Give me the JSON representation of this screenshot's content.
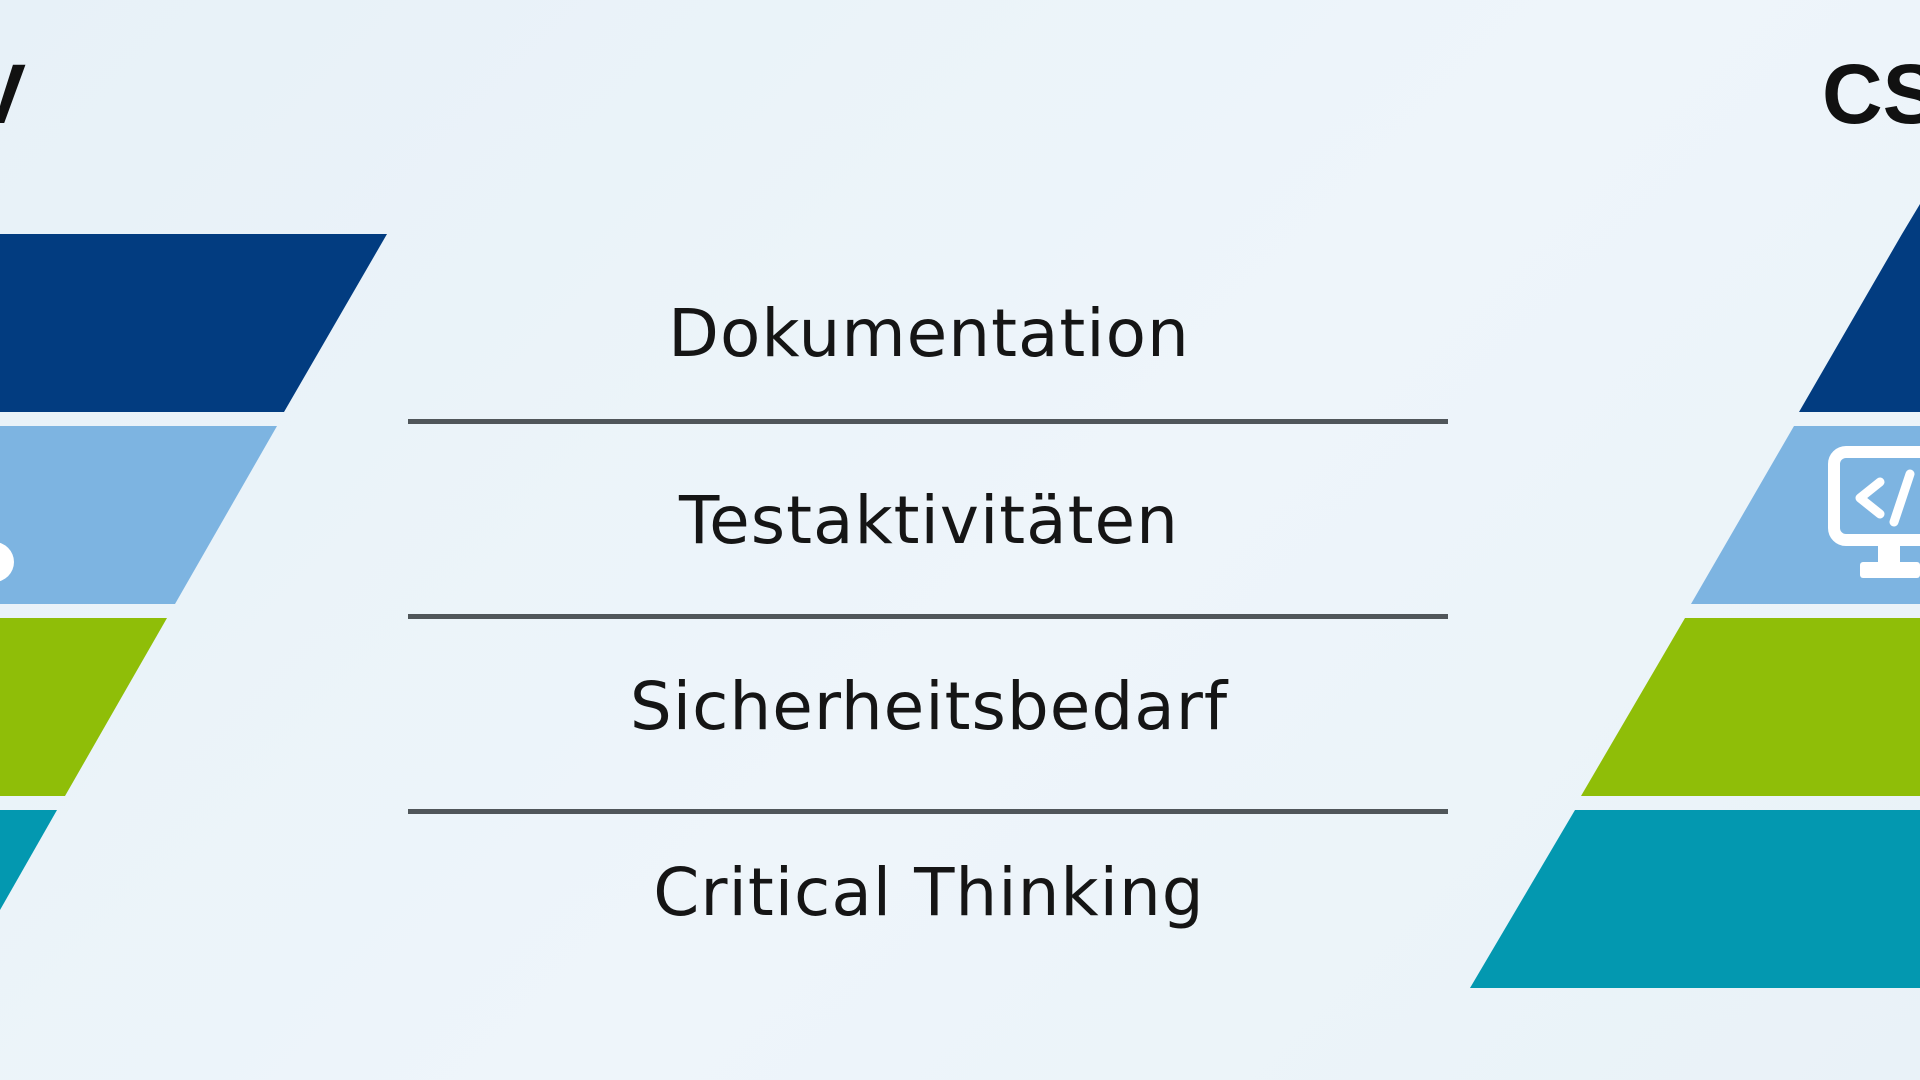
{
  "headings": {
    "left": "V",
    "right": "CS"
  },
  "rows": [
    {
      "label": "Dokumentation"
    },
    {
      "label": "Testaktivitäten"
    },
    {
      "label": "Sicherheitsbedarf"
    },
    {
      "label": "Critical Thinking"
    }
  ],
  "icons": {
    "right_pyramid_level_2": "code-monitor-icon"
  },
  "colors": {
    "background": "#eaf3f9",
    "level_1": "#023c80",
    "level_2": "#7db4e1",
    "level_3": "#8fbe08",
    "level_4": "#0398b0",
    "divider": "#50565a",
    "text": "#151515"
  }
}
